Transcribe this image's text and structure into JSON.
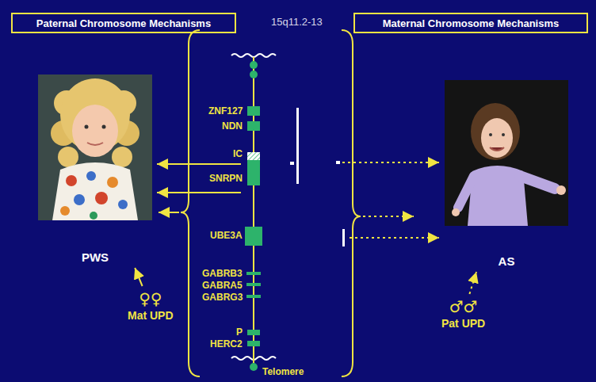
{
  "diagram": {
    "nodes": [
      {
        "text": [
          "Paternal Chromosome Mechanisms"
        ]
      },
      {
        "text": [
          "Maternal Chromosome Mechanisms"
        ]
      },
      {
        "text": [
          "PWS"
        ]
      },
      {
        "text": [
          "AS"
        ]
      },
      {
        "text": [
          "♀♀",
          "Mat UPD"
        ]
      },
      {
        "text": [
          "♂♂",
          "Pat UPD"
        ]
      }
    ],
    "edges": [
      {
        "from": 4,
        "to": 2,
        "arrow": "to"
      },
      {
        "from": 5,
        "to": 3,
        "arrow": "to"
      }
    ],
    "labels": [
      "15q11.2-13",
      "ZNF127",
      "NDN",
      "IC",
      "SNRPN",
      "UBE3A",
      "GABRB3",
      "GABRA5",
      "GABRG3",
      "P",
      "HERC2",
      "Telomere"
    ]
  }
}
